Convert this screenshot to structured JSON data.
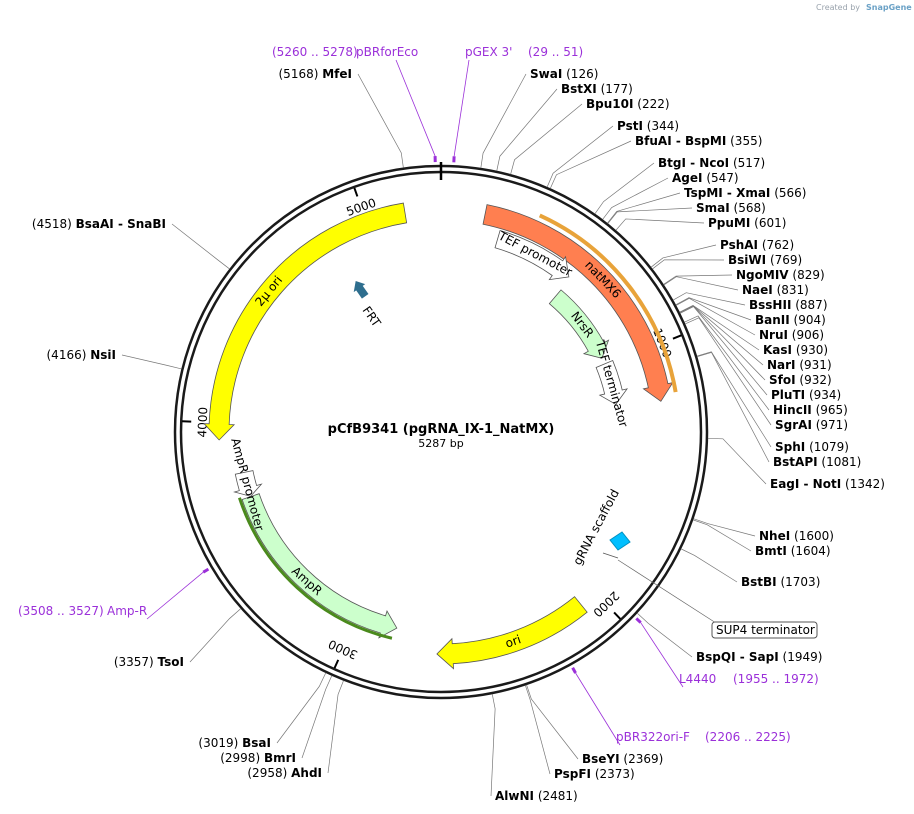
{
  "header": {
    "credit": "Created by",
    "brand": "SnapGene"
  },
  "plasmid": {
    "name": "pCfB9341 (pgRNA_IX-1_NatMX)",
    "size_label": "5287 bp",
    "total_bp": 5287
  },
  "ticks": [
    {
      "bp": 1000,
      "label": "1000"
    },
    {
      "bp": 2000,
      "label": "2000"
    },
    {
      "bp": 3000,
      "label": "3000"
    },
    {
      "bp": 4000,
      "label": "4000"
    },
    {
      "bp": 5000,
      "label": "5000"
    }
  ],
  "features": [
    {
      "name": "natMX6",
      "start": 168,
      "end": 1205,
      "color": "#ff7f50",
      "type": "arrow"
    },
    {
      "name": "ori",
      "start": 2070,
      "end": 2659,
      "color": "#ffff00",
      "type": "arrow",
      "reverse": true
    },
    {
      "name": "AmpR",
      "start": 2830,
      "end": 3690,
      "color": "#ccffcc",
      "type": "arrow",
      "reverse": true
    },
    {
      "name": "AmpR promoter",
      "start": 3691,
      "end": 3795,
      "color": "#ffffff",
      "type": "arrow",
      "reverse": true
    },
    {
      "name": "2μ ori",
      "start": 3935,
      "end": 5150,
      "color": "#ffff00",
      "type": "arrow",
      "reverse": true
    },
    {
      "name": "TEF promoter",
      "start": 240,
      "end": 580,
      "color": "#ffffff",
      "type": "arrow"
    },
    {
      "name": "NrsR",
      "start": 590,
      "end": 960,
      "color": "#ccffcc",
      "type": "arrow"
    },
    {
      "name": "TEF terminator",
      "start": 990,
      "end": 1190,
      "color": "#ffffff",
      "type": "arrow"
    }
  ],
  "enzymes": [
    {
      "name": "SwaI",
      "pos": "(126)",
      "bp": 126
    },
    {
      "name": "BstXI",
      "pos": "(177)",
      "bp": 177
    },
    {
      "name": "Bpu10I",
      "pos": "(222)",
      "bp": 222
    },
    {
      "name": "PstI",
      "pos": "(344)",
      "bp": 344
    },
    {
      "name": "BfuAI - BspMI",
      "pos": "(355)",
      "bp": 355
    },
    {
      "name": "BtgI - NcoI",
      "pos": "(517)",
      "bp": 517
    },
    {
      "name": "AgeI",
      "pos": "(547)",
      "bp": 547
    },
    {
      "name": "TspMI - XmaI",
      "pos": "(566)",
      "bp": 566
    },
    {
      "name": "SmaI",
      "pos": "(568)",
      "bp": 568
    },
    {
      "name": "PpuMI",
      "pos": "(601)",
      "bp": 601
    },
    {
      "name": "PshAI",
      "pos": "(762)",
      "bp": 762
    },
    {
      "name": "BsiWI",
      "pos": "(769)",
      "bp": 769
    },
    {
      "name": "NgoMIV",
      "pos": "(829)",
      "bp": 829
    },
    {
      "name": "NaeI",
      "pos": "(831)",
      "bp": 831
    },
    {
      "name": "BssHII",
      "pos": "(887)",
      "bp": 887
    },
    {
      "name": "BanII",
      "pos": "(904)",
      "bp": 904
    },
    {
      "name": "NruI",
      "pos": "(906)",
      "bp": 906
    },
    {
      "name": "KasI",
      "pos": "(930)",
      "bp": 930
    },
    {
      "name": "NarI",
      "pos": "(931)",
      "bp": 931
    },
    {
      "name": "SfoI",
      "pos": "(932)",
      "bp": 932
    },
    {
      "name": "PluTI",
      "pos": "(934)",
      "bp": 934
    },
    {
      "name": "HincII",
      "pos": "(965)",
      "bp": 965
    },
    {
      "name": "SgrAI",
      "pos": "(971)",
      "bp": 971
    },
    {
      "name": "SphI",
      "pos": "(1079)",
      "bp": 1079
    },
    {
      "name": "BstAPI",
      "pos": "(1081)",
      "bp": 1081
    },
    {
      "name": "EagI - NotI",
      "pos": "(1342)",
      "bp": 1342
    },
    {
      "name": "NheI",
      "pos": "(1600)",
      "bp": 1600
    },
    {
      "name": "BmtI",
      "pos": "(1604)",
      "bp": 1604
    },
    {
      "name": "BstBI",
      "pos": "(1703)",
      "bp": 1703
    },
    {
      "name": "BspQI - SapI",
      "pos": "(1949)",
      "bp": 1949
    },
    {
      "name": "BseYI",
      "pos": "(2369)",
      "bp": 2369
    },
    {
      "name": "PspFI",
      "pos": "(2373)",
      "bp": 2373
    },
    {
      "name": "AlwNI",
      "pos": "(2481)",
      "bp": 2481
    },
    {
      "name": "AhdI",
      "pos": "(2958)",
      "bp": 2958
    },
    {
      "name": "BmrI",
      "pos": "(2998)",
      "bp": 2998
    },
    {
      "name": "BsaI",
      "pos": "(3019)",
      "bp": 3019
    },
    {
      "name": "TsoI",
      "pos": "(3357)",
      "bp": 3357
    },
    {
      "name": "NsiI",
      "pos": "(4166)",
      "bp": 4166
    },
    {
      "name": "BsaAI - SnaBI",
      "pos": "(4518)",
      "bp": 4518
    },
    {
      "name": "MfeI",
      "pos": "(5168)",
      "bp": 5168
    }
  ],
  "primers": [
    {
      "name": "pBRforEco",
      "range": "(5260 .. 5278)",
      "bp": 5269
    },
    {
      "name": "pGEX 3'",
      "range": "(29 .. 51)",
      "bp": 40
    },
    {
      "name": "L4440",
      "range": "(1955 .. 1972)",
      "bp": 1963
    },
    {
      "name": "pBR322ori-F",
      "range": "(2206 .. 2225)",
      "bp": 2215
    },
    {
      "name": "Amp-R",
      "range": "(3508 .. 3527)",
      "bp": 3517
    }
  ],
  "small_features": {
    "frt": "FRT",
    "gRNA": "gRNA scaffold",
    "sup4": "SUP4 terminator"
  },
  "colors": {
    "primer": "#9b30d9",
    "backbone": "#1a1a1a",
    "yellow": "#ffff00",
    "coral": "#ff7f50",
    "lightgreen": "#ccffcc",
    "frt": "#2e6e8e",
    "gRNA": "#00bfff"
  }
}
